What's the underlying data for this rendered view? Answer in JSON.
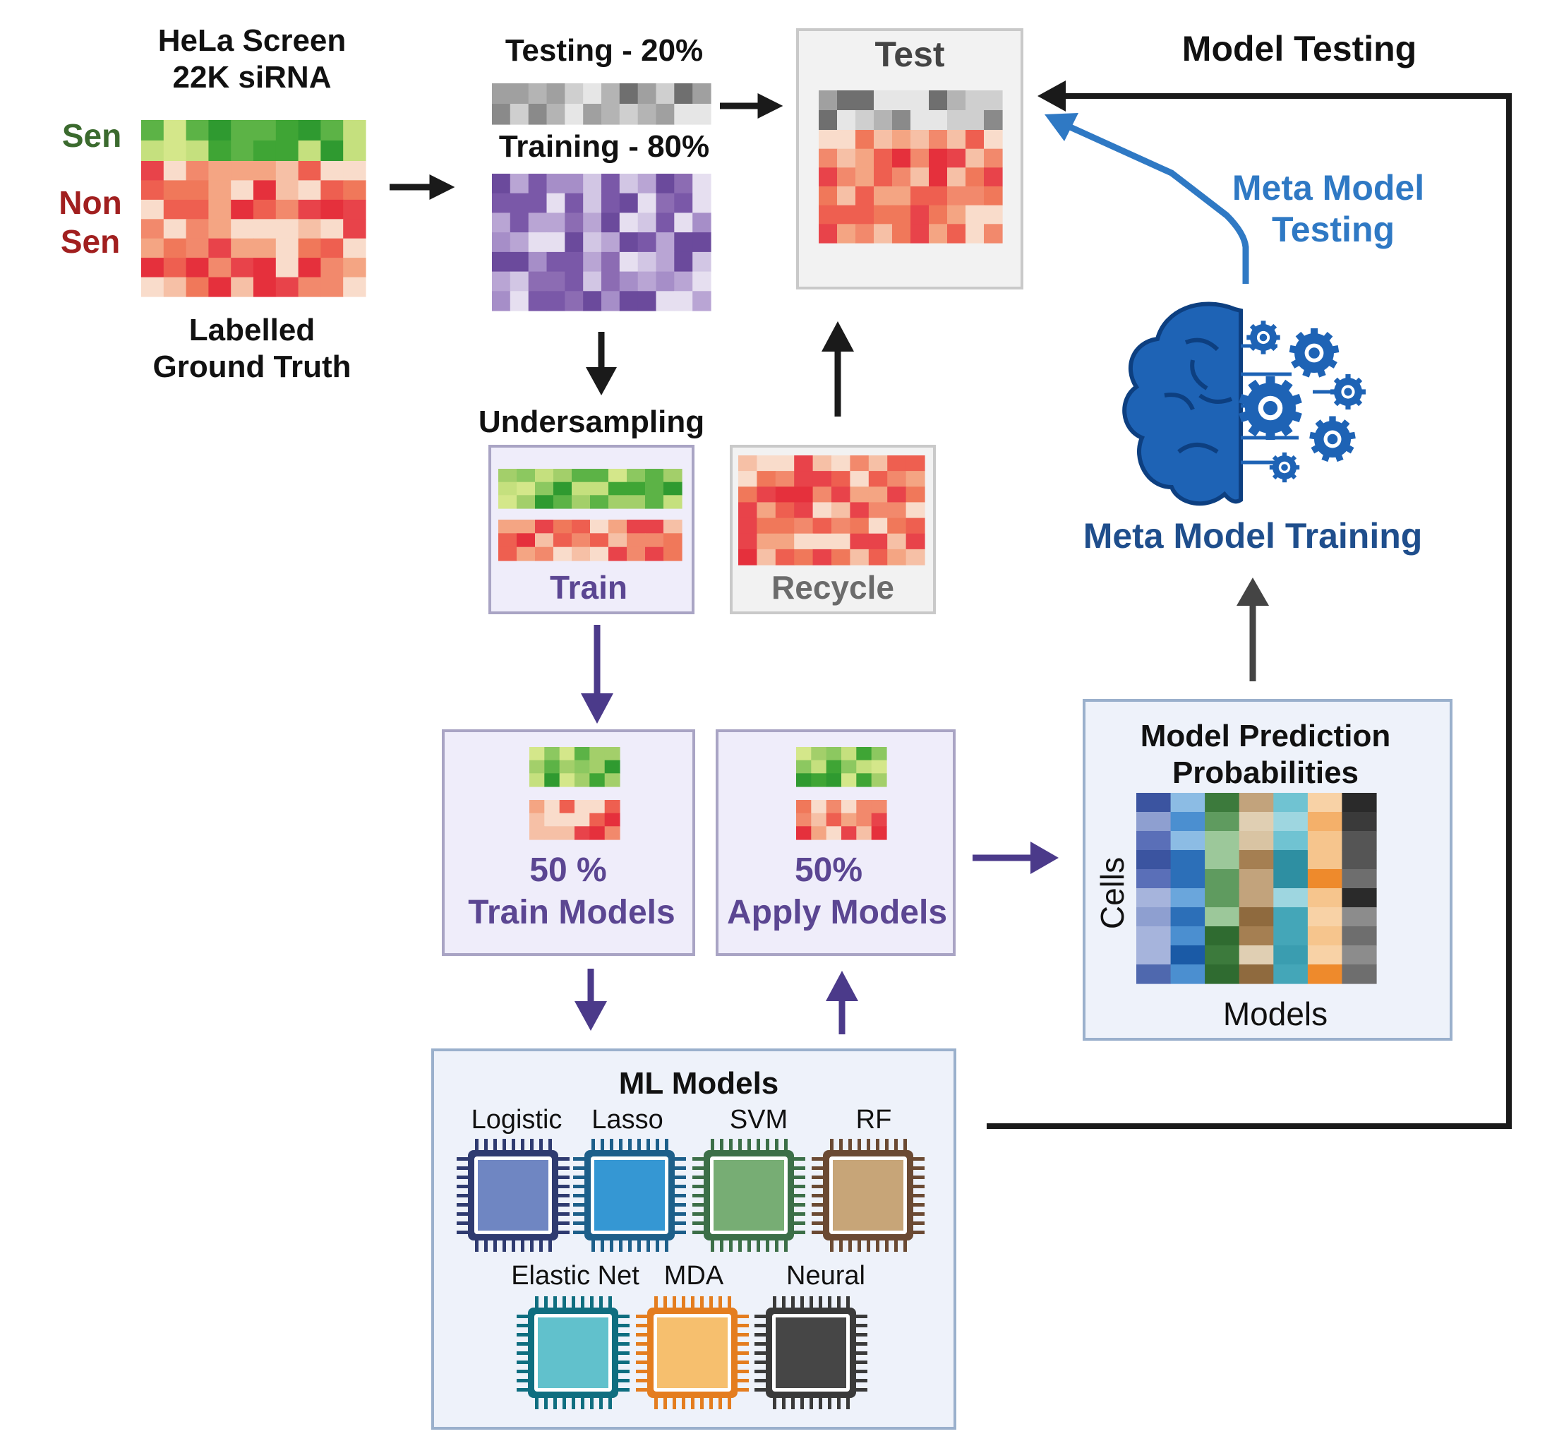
{
  "ground_truth": {
    "title_line1": "HeLa Screen",
    "title_line2": "22K siRNA",
    "label_sen": "Sen",
    "label_non": "Non",
    "label_sen2": "Sen",
    "caption_line1": "Labelled",
    "caption_line2": "Ground Truth"
  },
  "split": {
    "testing_label": "Testing - 20%",
    "training_label": "Training - 80%"
  },
  "test_box": {
    "label": "Test"
  },
  "model_testing": {
    "label": "Model Testing"
  },
  "meta_model_testing": {
    "line1": "Meta Model",
    "line2": "Testing"
  },
  "meta_model_training": {
    "label": "Meta Model Training"
  },
  "undersampling": {
    "label": "Undersampling"
  },
  "train_box": {
    "label": "Train"
  },
  "recycle_box": {
    "label": "Recycle"
  },
  "train_models_box": {
    "line1": "50 %",
    "line2": "Train Models"
  },
  "apply_models_box": {
    "line1": "50%",
    "line2": "Apply Models"
  },
  "prediction_box": {
    "title_line1": "Model Prediction",
    "title_line2": "Probabilities",
    "y_label": "Cells",
    "x_label": "Models"
  },
  "ml_models": {
    "title": "ML Models",
    "chips": [
      {
        "name": "Logistic",
        "color": "#6f86c2",
        "frame": "#2f3b70"
      },
      {
        "name": "Lasso",
        "color": "#3597d3",
        "frame": "#1d5f8a"
      },
      {
        "name": "SVM",
        "color": "#77ad74",
        "frame": "#3c6f48"
      },
      {
        "name": "RF",
        "color": "#c7a578",
        "frame": "#6b4a33"
      },
      {
        "name": "Elastic Net",
        "color": "#61c1cc",
        "frame": "#0f6e80"
      },
      {
        "name": "MDA",
        "color": "#f6bf6e",
        "frame": "#e47d1f"
      },
      {
        "name": "Neural",
        "color": "#464646",
        "frame": "#3a3a3a"
      }
    ]
  },
  "colors": {
    "meta_blue": "#2f79c4",
    "meta_navy": "#1f4e8c",
    "purple": "#4b3a8a",
    "purple_text": "#5b4692",
    "sen_green": "#3b6a2e",
    "nonsen_red": "#a11f1f",
    "grey_text": "#6b6b6b"
  },
  "icons": [
    "brain-gears-icon",
    "chip-icon"
  ]
}
